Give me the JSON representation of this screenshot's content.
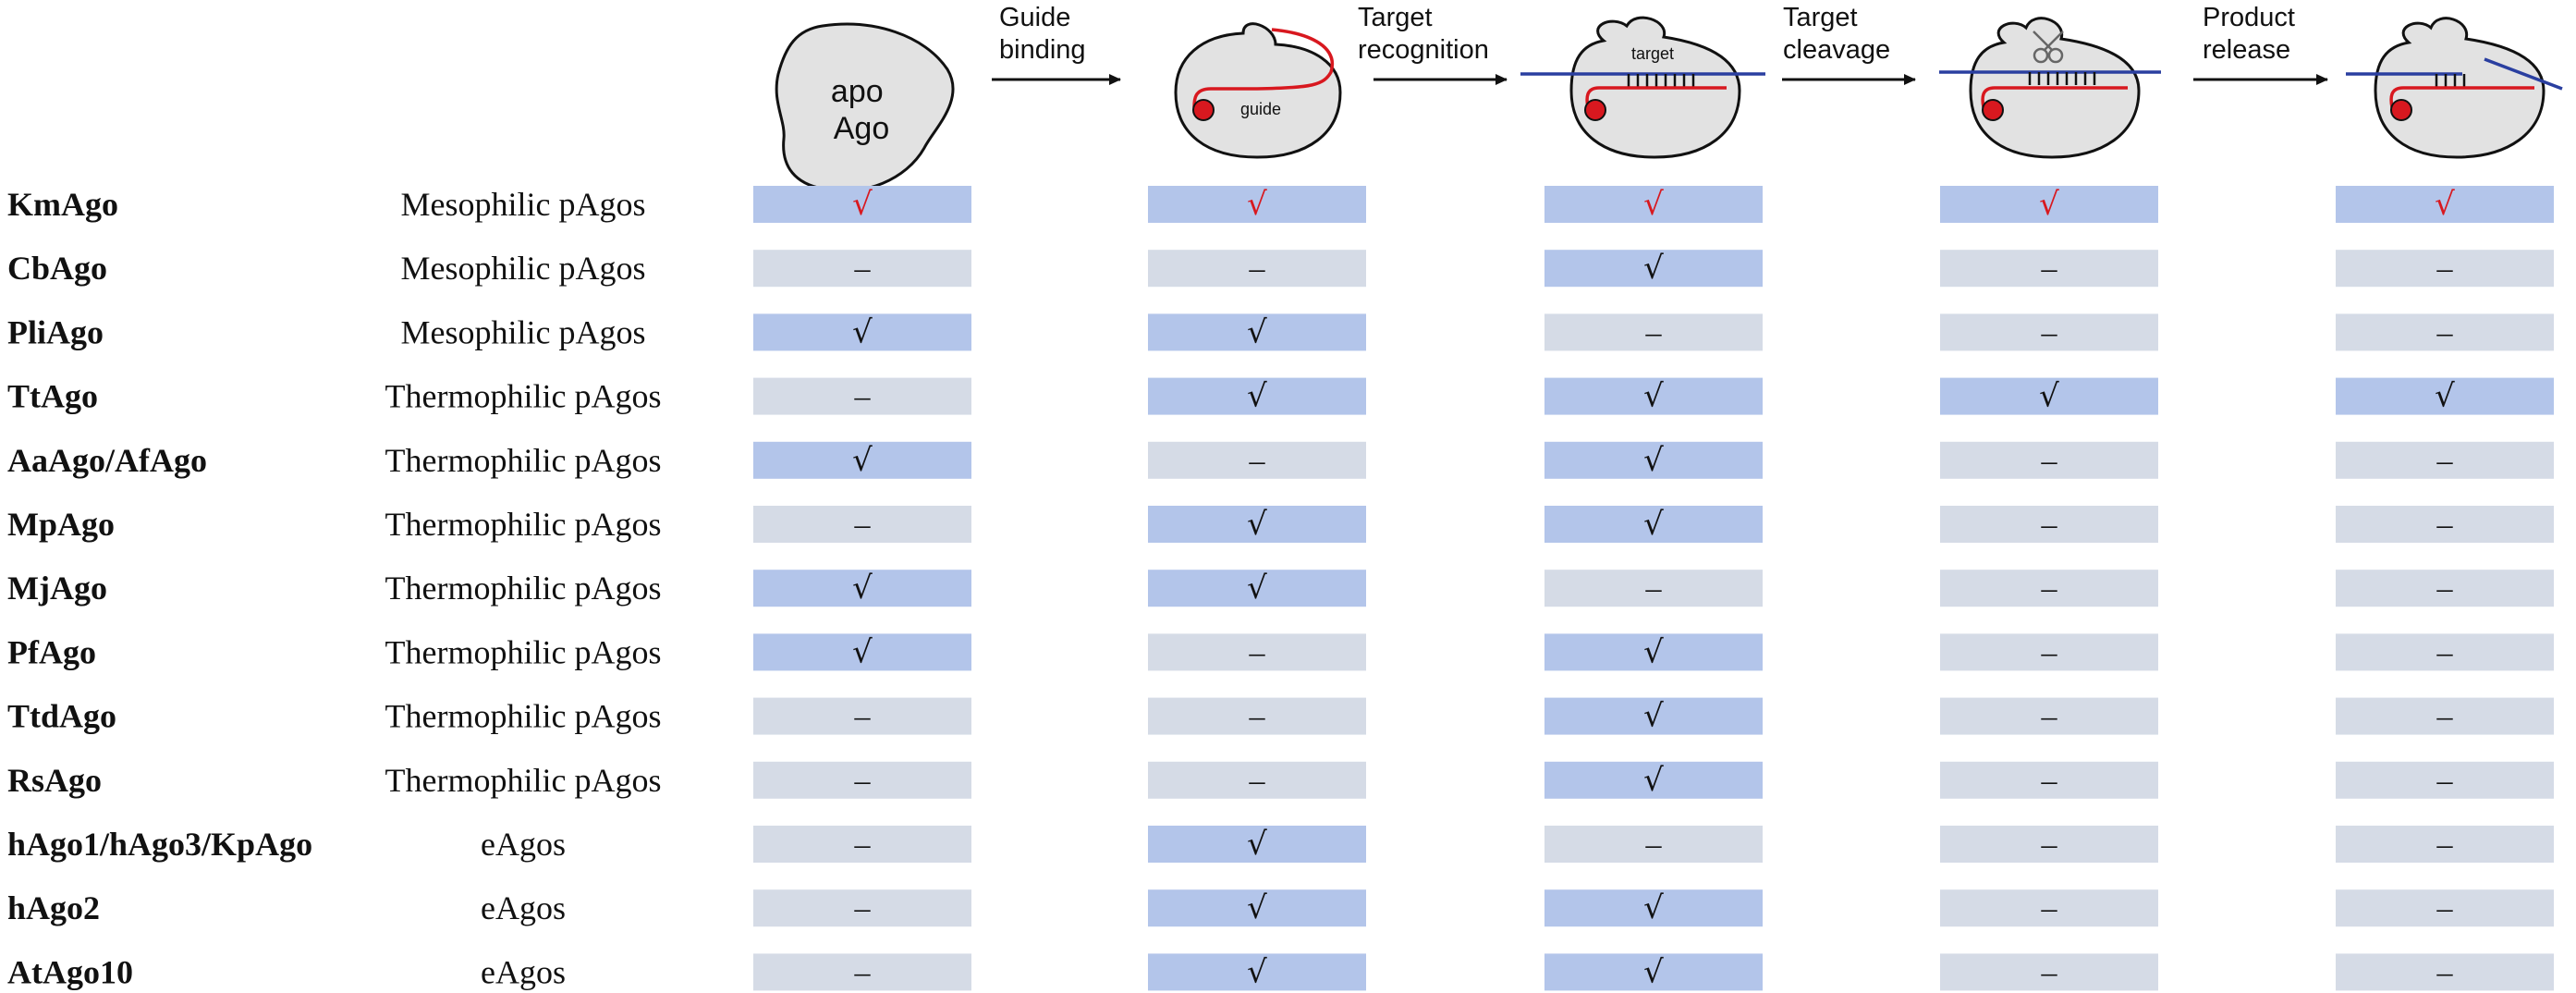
{
  "stages": [
    {
      "kind": "shape",
      "text": "apo\nAgo"
    },
    {
      "kind": "arrow",
      "label": "Guide\nbinding"
    },
    {
      "kind": "shape",
      "inner_label": "guide"
    },
    {
      "kind": "arrow",
      "label": "Target\nrecognition"
    },
    {
      "kind": "shape",
      "inner_label": "target"
    },
    {
      "kind": "arrow",
      "label": "Target\ncleavage"
    },
    {
      "kind": "shape"
    },
    {
      "kind": "arrow",
      "label": "Product\nrelease"
    },
    {
      "kind": "shape"
    }
  ],
  "colors": {
    "checked_cell": "#b3c5ea",
    "empty_cell": "#d5dbe6",
    "highlight_check": "#d8181f",
    "check": "#111111",
    "guide_strand": "#d8181f",
    "target_strand": "#2a3fa0",
    "shape_fill": "#e2e2e2"
  },
  "symbols": {
    "check": "√",
    "dash": "–"
  },
  "table": {
    "highlight_row": 0,
    "rows": [
      {
        "name": "KmAgo",
        "class": "Mesophilic pAgos",
        "cells": [
          1,
          1,
          1,
          1,
          1
        ]
      },
      {
        "name": "CbAgo",
        "class": "Mesophilic pAgos",
        "cells": [
          0,
          0,
          1,
          0,
          0
        ]
      },
      {
        "name": "PliAgo",
        "class": "Mesophilic pAgos",
        "cells": [
          1,
          1,
          0,
          0,
          0
        ]
      },
      {
        "name": "TtAgo",
        "class": "Thermophilic pAgos",
        "cells": [
          0,
          1,
          1,
          1,
          1
        ]
      },
      {
        "name": "AaAgo/AfAgo",
        "class": "Thermophilic pAgos",
        "cells": [
          1,
          0,
          1,
          0,
          0
        ]
      },
      {
        "name": "MpAgo",
        "class": "Thermophilic pAgos",
        "cells": [
          0,
          1,
          1,
          0,
          0
        ]
      },
      {
        "name": "MjAgo",
        "class": "Thermophilic pAgos",
        "cells": [
          1,
          1,
          0,
          0,
          0
        ]
      },
      {
        "name": "PfAgo",
        "class": "Thermophilic pAgos",
        "cells": [
          1,
          0,
          1,
          0,
          0
        ]
      },
      {
        "name": "TtdAgo",
        "class": "Thermophilic pAgos",
        "cells": [
          0,
          0,
          1,
          0,
          0
        ]
      },
      {
        "name": "RsAgo",
        "class": "Thermophilic pAgos",
        "cells": [
          0,
          0,
          1,
          0,
          0
        ]
      },
      {
        "name": "hAgo1/hAgo3/KpAgo",
        "class": "eAgos",
        "cells": [
          0,
          1,
          0,
          0,
          0
        ]
      },
      {
        "name": "hAgo2",
        "class": "eAgos",
        "cells": [
          0,
          1,
          1,
          0,
          0
        ]
      },
      {
        "name": "AtAgo10",
        "class": "eAgos",
        "cells": [
          0,
          1,
          1,
          0,
          0
        ]
      }
    ]
  }
}
